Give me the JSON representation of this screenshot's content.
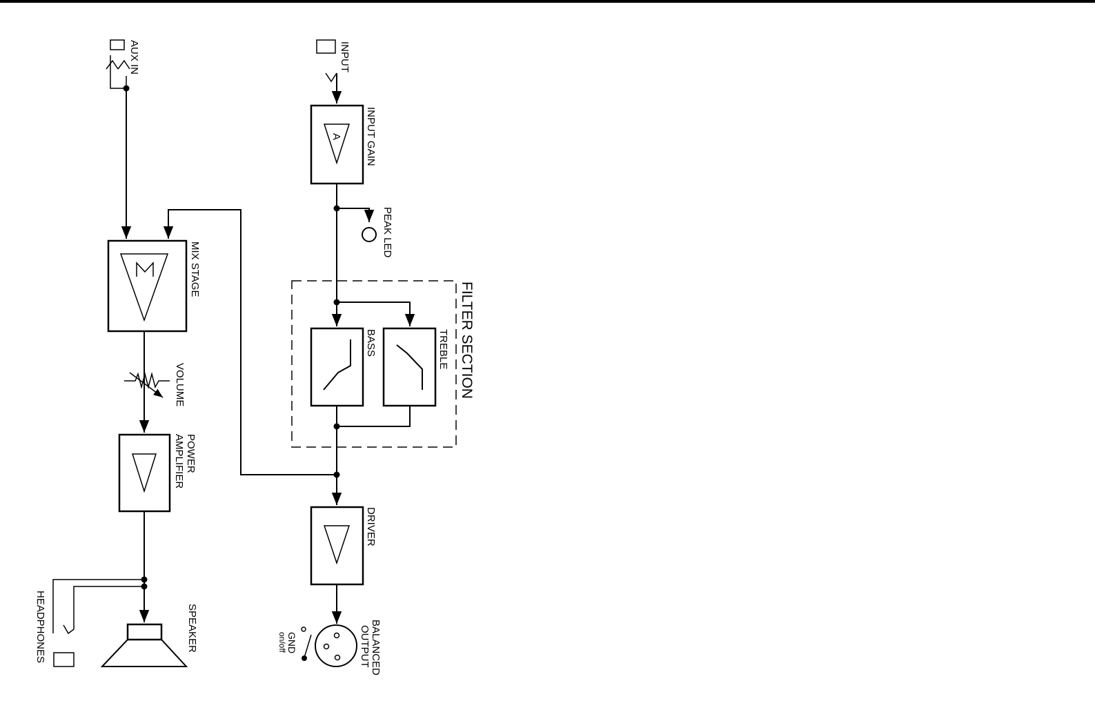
{
  "labels": {
    "aux_in": "AUX IN",
    "input": "INPUT",
    "input_gain": "INPUT GAIN",
    "input_gain_symbol": "A",
    "peak_led": "PEAK LED",
    "filter_section": "FILTER SECTION",
    "bass": "BASS",
    "treble": "TREBLE",
    "mix_stage": "MIX STAGE",
    "volume": "VOLUME",
    "power_amplifier_line1": "POWER",
    "power_amplifier_line2": "AMPLIFIER",
    "driver": "DRIVER",
    "balanced_output_line1": "BALANCED",
    "balanced_output_line2": "OUTPUT",
    "gnd_line1": "GND",
    "gnd_line2": "on/off",
    "headphones": "HEADPHONES",
    "speaker": "SPEAKER"
  }
}
